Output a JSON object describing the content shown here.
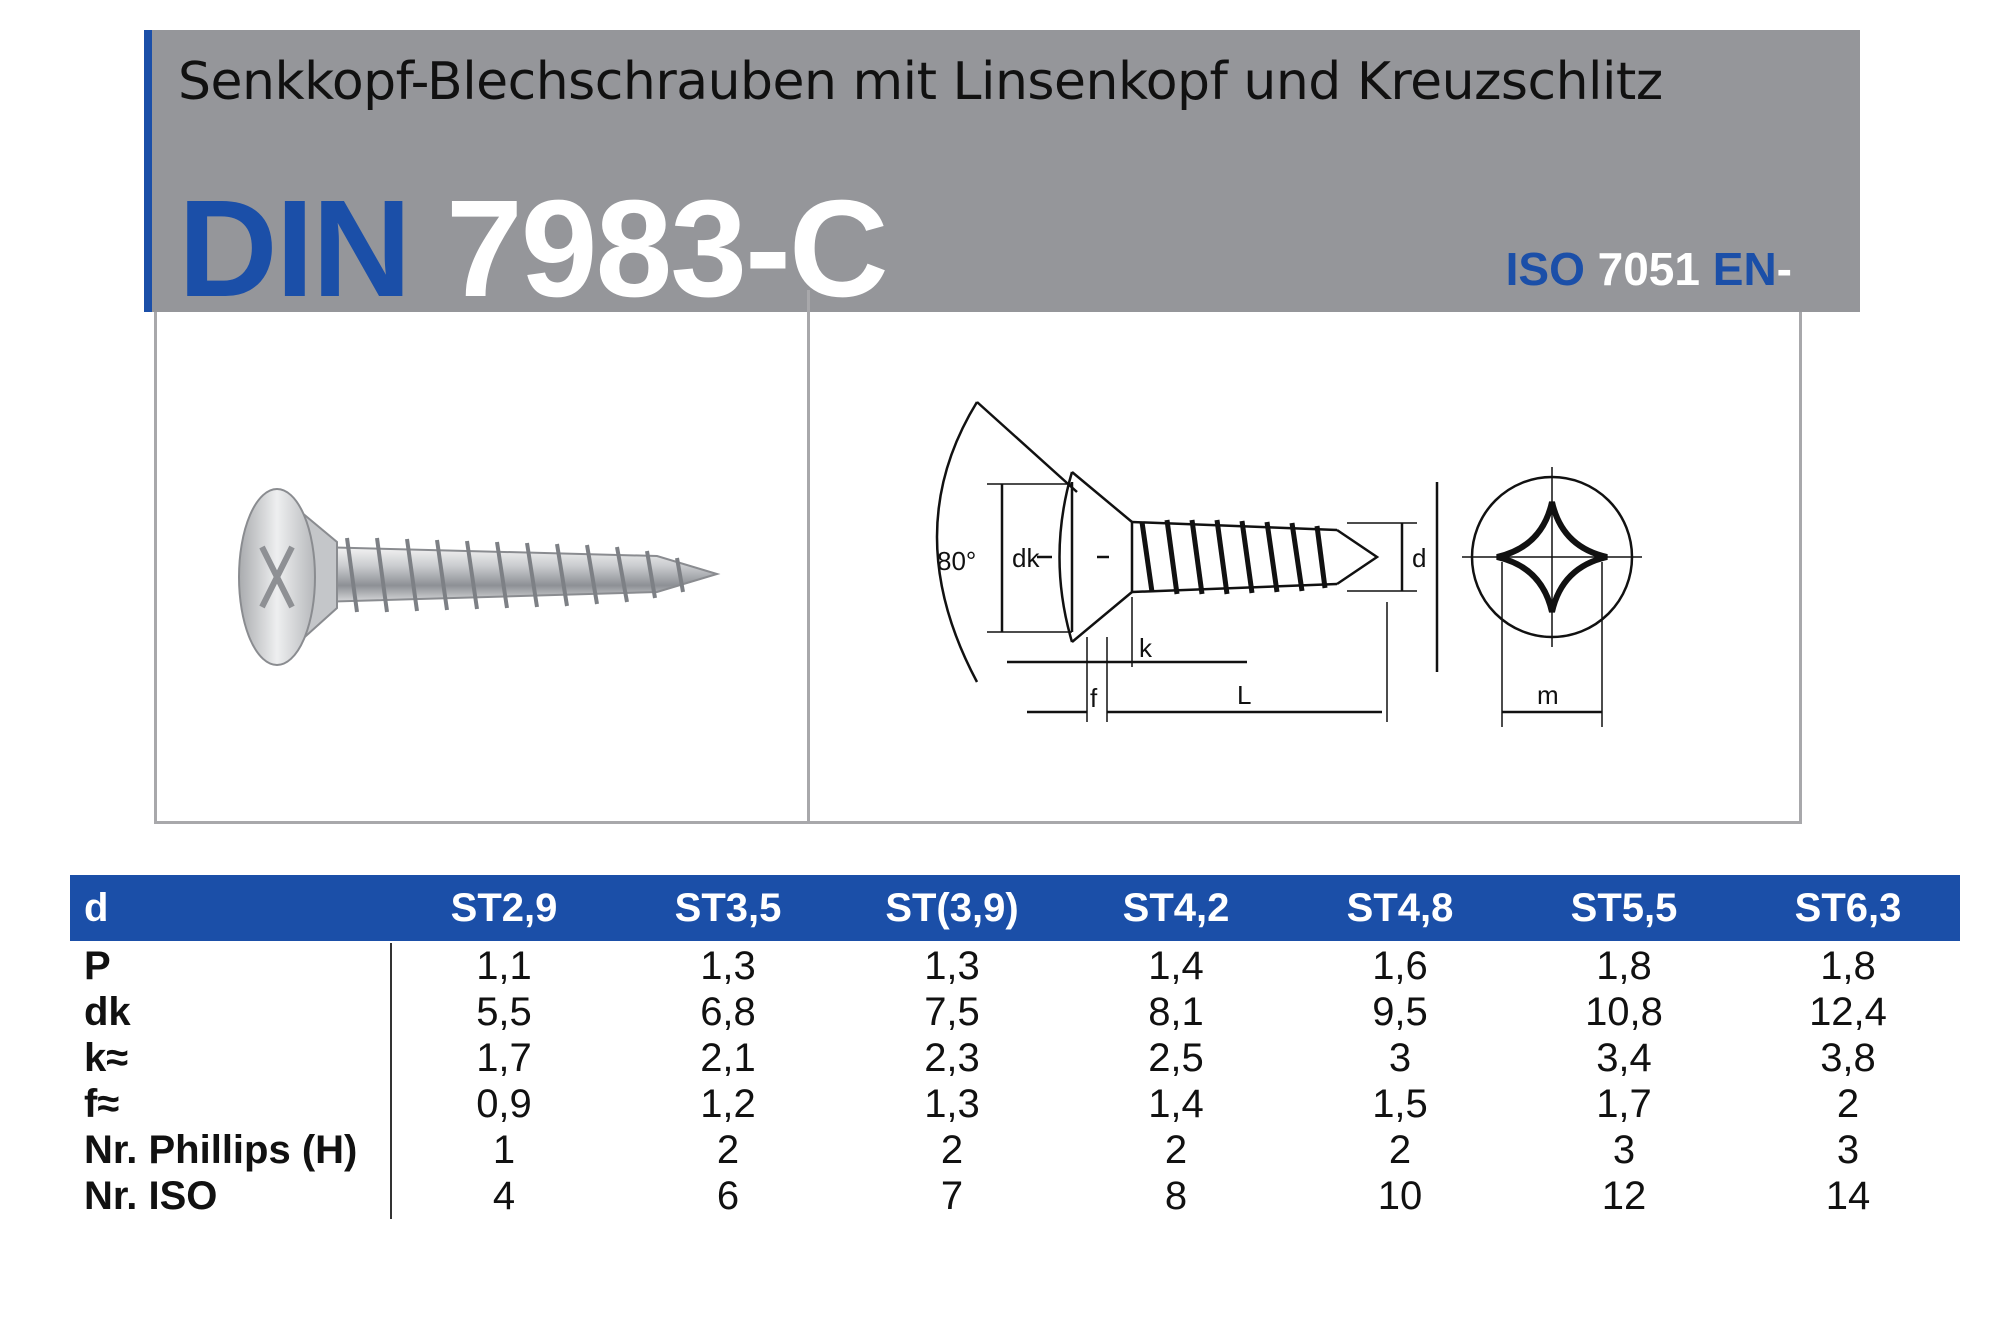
{
  "header": {
    "subtitle": "Senkkopf-Blechschrauben mit Linsenkopf und Kreuzschlitz",
    "title_prefix": "DIN",
    "title_number": "7983-C",
    "iso_label": "ISO",
    "iso_number": "7051",
    "en_label": "EN",
    "en_value": "-"
  },
  "drawing": {
    "angle_label": "80°",
    "dk_label": "dk",
    "d_label": "d",
    "k_label": "k",
    "f_label": "f",
    "L_label": "L",
    "m_label": "m"
  },
  "table": {
    "columns": [
      "d",
      "ST2,9",
      "ST3,5",
      "ST(3,9)",
      "ST4,2",
      "ST4,8",
      "ST5,5",
      "ST6,3"
    ],
    "rows": [
      {
        "label": "P",
        "values": [
          "1,1",
          "1,3",
          "1,3",
          "1,4",
          "1,6",
          "1,8",
          "1,8"
        ]
      },
      {
        "label": "dk",
        "values": [
          "5,5",
          "6,8",
          "7,5",
          "8,1",
          "9,5",
          "10,8",
          "12,4"
        ]
      },
      {
        "label": "k≈",
        "values": [
          "1,7",
          "2,1",
          "2,3",
          "2,5",
          "3",
          "3,4",
          "3,8"
        ]
      },
      {
        "label": "f≈",
        "values": [
          "0,9",
          "1,2",
          "1,3",
          "1,4",
          "1,5",
          "1,7",
          "2"
        ]
      },
      {
        "label": "Nr. Phillips (H)",
        "values": [
          "1",
          "2",
          "2",
          "2",
          "2",
          "3",
          "3"
        ]
      },
      {
        "label": "Nr. ISO",
        "values": [
          "4",
          "6",
          "7",
          "8",
          "10",
          "12",
          "14"
        ]
      }
    ]
  },
  "colors": {
    "brand_blue": "#1b4fa8",
    "header_gray": "#95969a"
  }
}
